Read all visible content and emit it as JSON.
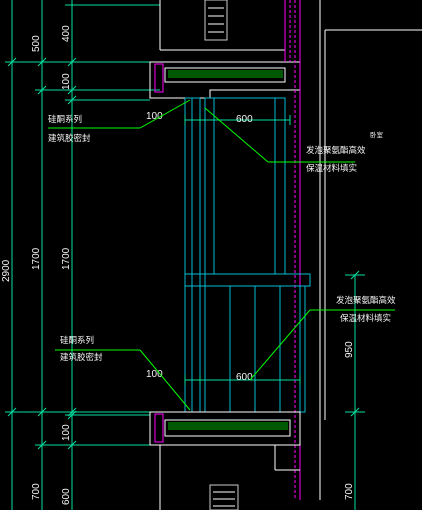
{
  "drawing": {
    "colors": {
      "background": "#000000",
      "dimension": "#00e0a0",
      "window_frame": "#00bcd4",
      "wall": "#ffffff",
      "slab_fill": "#00ff00",
      "insulation": "#ff00ff",
      "leader": "#00ff00",
      "text": "#f5f5f5"
    },
    "dimensions": {
      "total": "2900",
      "col1": [
        "500",
        "1700",
        "700"
      ],
      "col2": [
        "400",
        "100",
        "1700",
        "100",
        "600"
      ],
      "right": [
        "950",
        "700"
      ],
      "top_offset": "100",
      "top_width": "600",
      "bottom_offset": "100",
      "bottom_width": "600"
    },
    "annotations": {
      "upper_left_line1": "硅酮系列",
      "upper_left_line2": "建筑胶密封",
      "upper_right_line1": "发泡聚氨酯高效",
      "upper_right_line2": "保温材料填实",
      "lower_left_line1": "硅酮系列",
      "lower_left_line2": "建筑胶密封",
      "lower_right_line1": "发泡聚氨酯高效",
      "lower_right_line2": "保温材料填实",
      "room": "卧室"
    }
  }
}
